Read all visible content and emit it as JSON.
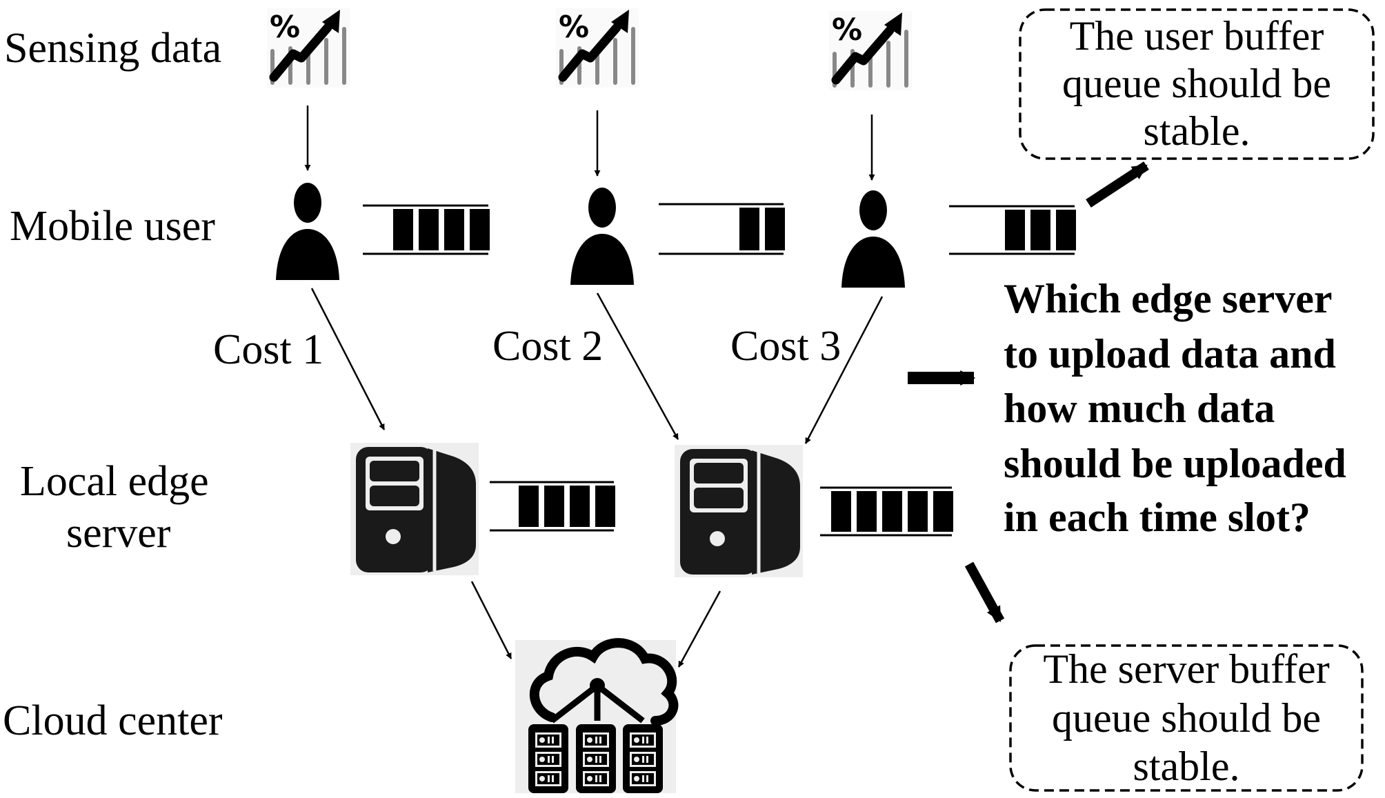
{
  "row_labels": {
    "sensing": "Sensing data",
    "mobile": "Mobile user",
    "edge_line1": "Local edge",
    "edge_line2": "server",
    "cloud": "Cloud center"
  },
  "costs": [
    "Cost 1",
    "Cost 2",
    "Cost 3"
  ],
  "icons": {
    "sensing": "sensing-data-chart-icon",
    "user": "mobile-user-icon",
    "server": "edge-server-icon",
    "cloud": "cloud-center-icon"
  },
  "queues": {
    "users": [
      4,
      2,
      3
    ],
    "servers": [
      4,
      5
    ]
  },
  "user_buffer_note": [
    "The user buffer",
    "queue should be",
    "stable."
  ],
  "server_buffer_note": [
    "The server buffer",
    "queue should be",
    "stable."
  ],
  "question": [
    "Which edge server",
    "to upload data and",
    "how much data",
    "should be uploaded",
    "in each time slot?"
  ]
}
